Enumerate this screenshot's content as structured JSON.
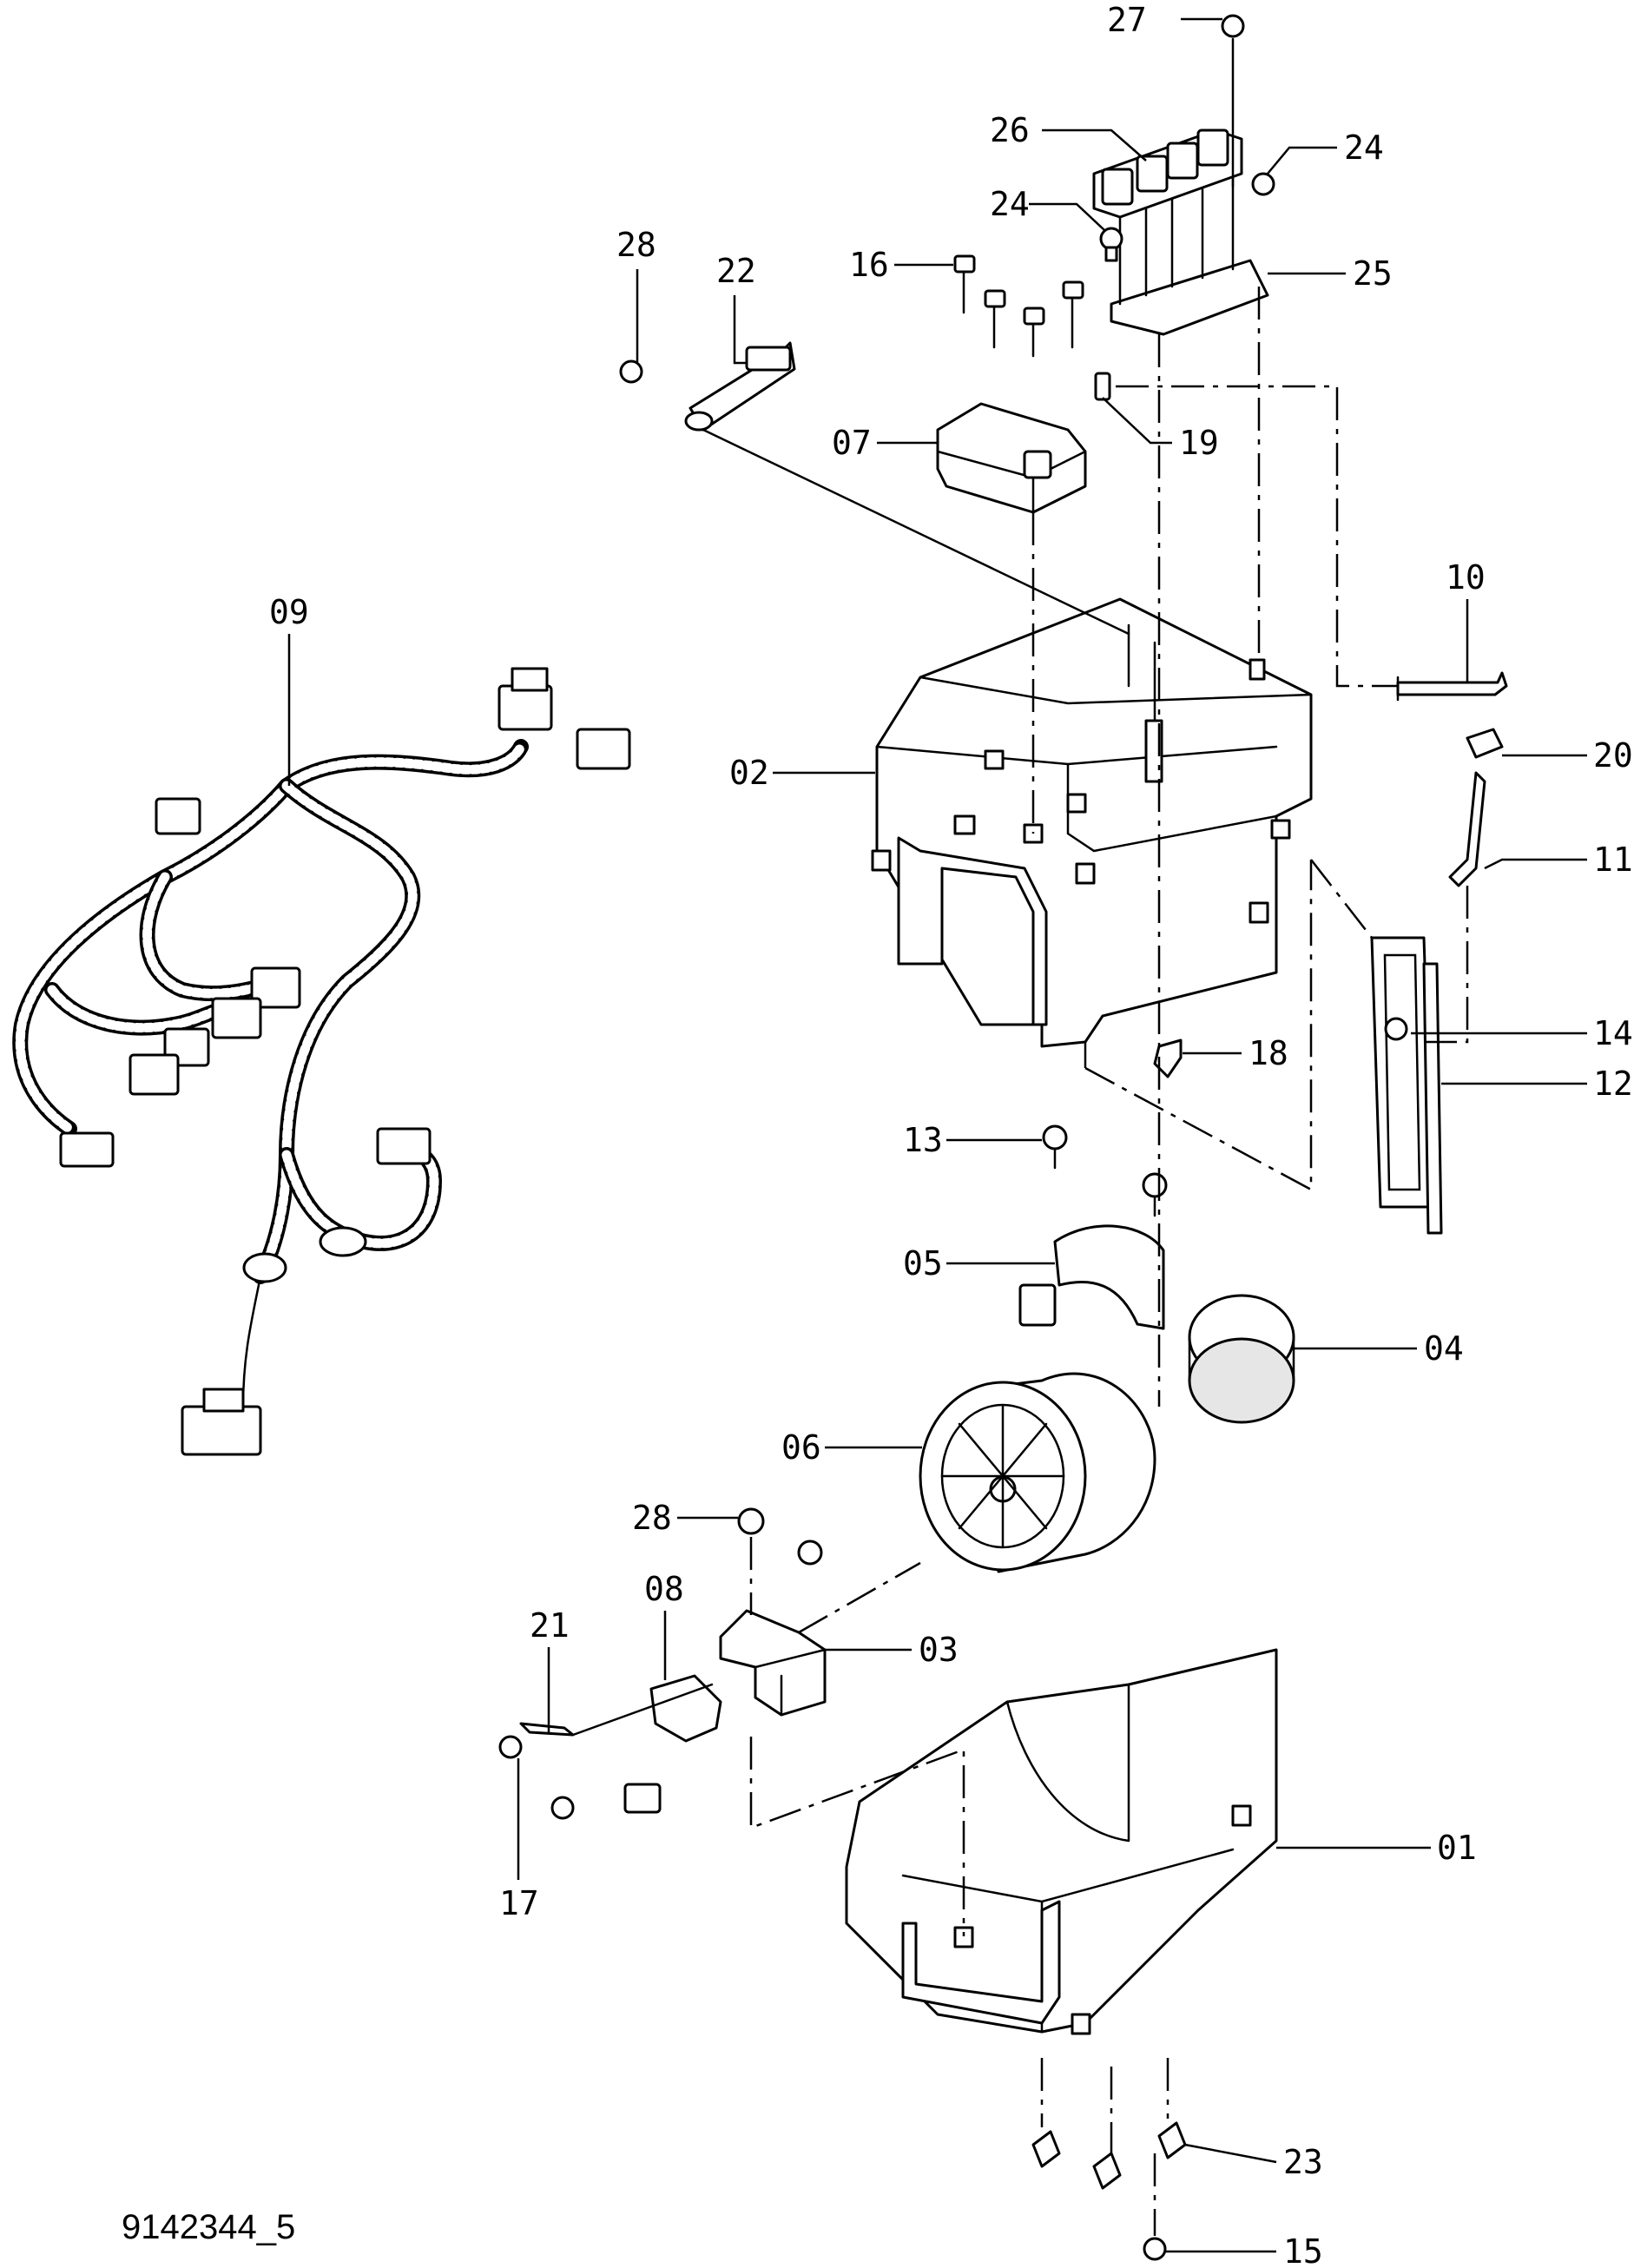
{
  "drawing_id": "9142344_5",
  "callouts": [
    {
      "id": "c27",
      "label": "27"
    },
    {
      "id": "c26",
      "label": "26"
    },
    {
      "id": "c24a",
      "label": "24"
    },
    {
      "id": "c24b",
      "label": "24"
    },
    {
      "id": "c25",
      "label": "25"
    },
    {
      "id": "c28a",
      "label": "28"
    },
    {
      "id": "c22",
      "label": "22"
    },
    {
      "id": "c16",
      "label": "16"
    },
    {
      "id": "c07",
      "label": "07"
    },
    {
      "id": "c19",
      "label": "19"
    },
    {
      "id": "c10",
      "label": "10"
    },
    {
      "id": "c09",
      "label": "09"
    },
    {
      "id": "c02",
      "label": "02"
    },
    {
      "id": "c20",
      "label": "20"
    },
    {
      "id": "c11",
      "label": "11"
    },
    {
      "id": "c14",
      "label": "14"
    },
    {
      "id": "c18",
      "label": "18"
    },
    {
      "id": "c12",
      "label": "12"
    },
    {
      "id": "c13",
      "label": "13"
    },
    {
      "id": "c05",
      "label": "05"
    },
    {
      "id": "c04",
      "label": "04"
    },
    {
      "id": "c06",
      "label": "06"
    },
    {
      "id": "c28b",
      "label": "28"
    },
    {
      "id": "c21",
      "label": "21"
    },
    {
      "id": "c08",
      "label": "08"
    },
    {
      "id": "c03",
      "label": "03"
    },
    {
      "id": "c01",
      "label": "01"
    },
    {
      "id": "c17",
      "label": "17"
    },
    {
      "id": "c23",
      "label": "23"
    },
    {
      "id": "c15",
      "label": "15"
    }
  ]
}
